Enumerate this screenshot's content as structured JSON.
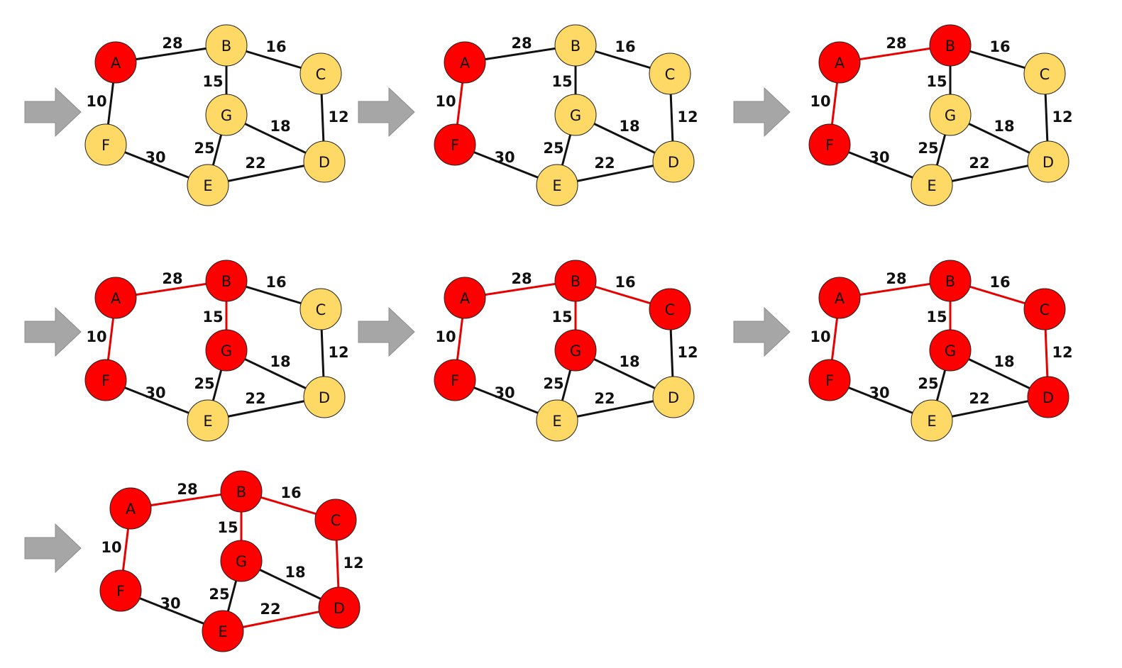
{
  "colors": {
    "visited": "#ff0000",
    "unvisited": "#ffd966",
    "tree_edge": "#e60000",
    "plain_edge": "#111111",
    "arrow": "#a6a6a6"
  },
  "graph": {
    "nodes": [
      "A",
      "B",
      "C",
      "D",
      "E",
      "F",
      "G"
    ],
    "edges": [
      {
        "from": "A",
        "to": "B",
        "w": "28"
      },
      {
        "from": "B",
        "to": "C",
        "w": "16"
      },
      {
        "from": "A",
        "to": "F",
        "w": "10"
      },
      {
        "from": "B",
        "to": "G",
        "w": "15"
      },
      {
        "from": "C",
        "to": "D",
        "w": "12"
      },
      {
        "from": "G",
        "to": "D",
        "w": "18"
      },
      {
        "from": "G",
        "to": "E",
        "w": "25"
      },
      {
        "from": "F",
        "to": "E",
        "w": "30"
      },
      {
        "from": "E",
        "to": "D",
        "w": "22"
      }
    ]
  },
  "steps": [
    {
      "visited": [
        "A"
      ],
      "tree": []
    },
    {
      "visited": [
        "A",
        "F"
      ],
      "tree": [
        "A-F"
      ]
    },
    {
      "visited": [
        "A",
        "F",
        "B"
      ],
      "tree": [
        "A-F",
        "A-B"
      ]
    },
    {
      "visited": [
        "A",
        "F",
        "B",
        "G"
      ],
      "tree": [
        "A-F",
        "A-B",
        "B-G"
      ]
    },
    {
      "visited": [
        "A",
        "F",
        "B",
        "G",
        "C"
      ],
      "tree": [
        "A-F",
        "A-B",
        "B-G",
        "B-C"
      ]
    },
    {
      "visited": [
        "A",
        "F",
        "B",
        "G",
        "C",
        "D"
      ],
      "tree": [
        "A-F",
        "A-B",
        "B-G",
        "B-C",
        "C-D"
      ]
    },
    {
      "visited": [
        "A",
        "F",
        "B",
        "G",
        "C",
        "D",
        "E"
      ],
      "tree": [
        "A-F",
        "A-B",
        "B-G",
        "B-C",
        "C-D",
        "E-D"
      ]
    }
  ]
}
